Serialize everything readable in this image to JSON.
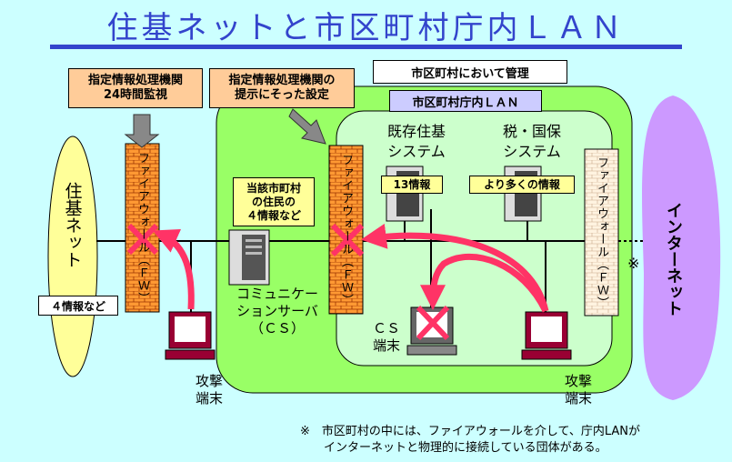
{
  "title": "住基ネットと市区町村庁内ＬＡＮ",
  "labels": {
    "monitor": "指定情報処理機関\n24時間監視",
    "setting": "指定情報処理機関の\n提示にそった設定",
    "manage": "市区町村において管理",
    "lan": "市区町村庁内ＬＡＮ",
    "juki_net": "住基ネット",
    "four_info": "４情報など",
    "fw_left": "ファイアウォール（ＦＷ）",
    "fw_mid": "ファイアウォール（ＦＷ）",
    "fw_right": "ファイアウォール（ＦＷ）",
    "cs_data": "当該市町村\nの住民の\n４情報など",
    "cs_server": "コミュニケー\nションサーバ\n（ＣＳ）",
    "existing_sys": "既存住基\nシステム",
    "info13": "13情報",
    "tax_sys": "税・国保\nシステム",
    "more_info": "より多くの情報",
    "cs_terminal": "ＣＳ\n端末",
    "attack_left": "攻撃\n端末",
    "attack_right": "攻撃\n端末",
    "internet": "インターネット",
    "mark": "※",
    "footnote": "※　市区町村の中には、ファイアウォールを介して、庁内LANが\n　　インターネットと物理的に接続している団体がある。"
  },
  "colors": {
    "title": "#3344cc",
    "background": "#ccffff",
    "outer_zone": "#99ff66",
    "inner_zone": "#ccffcc",
    "firewall": "#ff9933",
    "firewall_light": "#fff3e0",
    "attack": "#ff3366",
    "juki_net": "#ffff99",
    "internet": "#cc99ff"
  }
}
